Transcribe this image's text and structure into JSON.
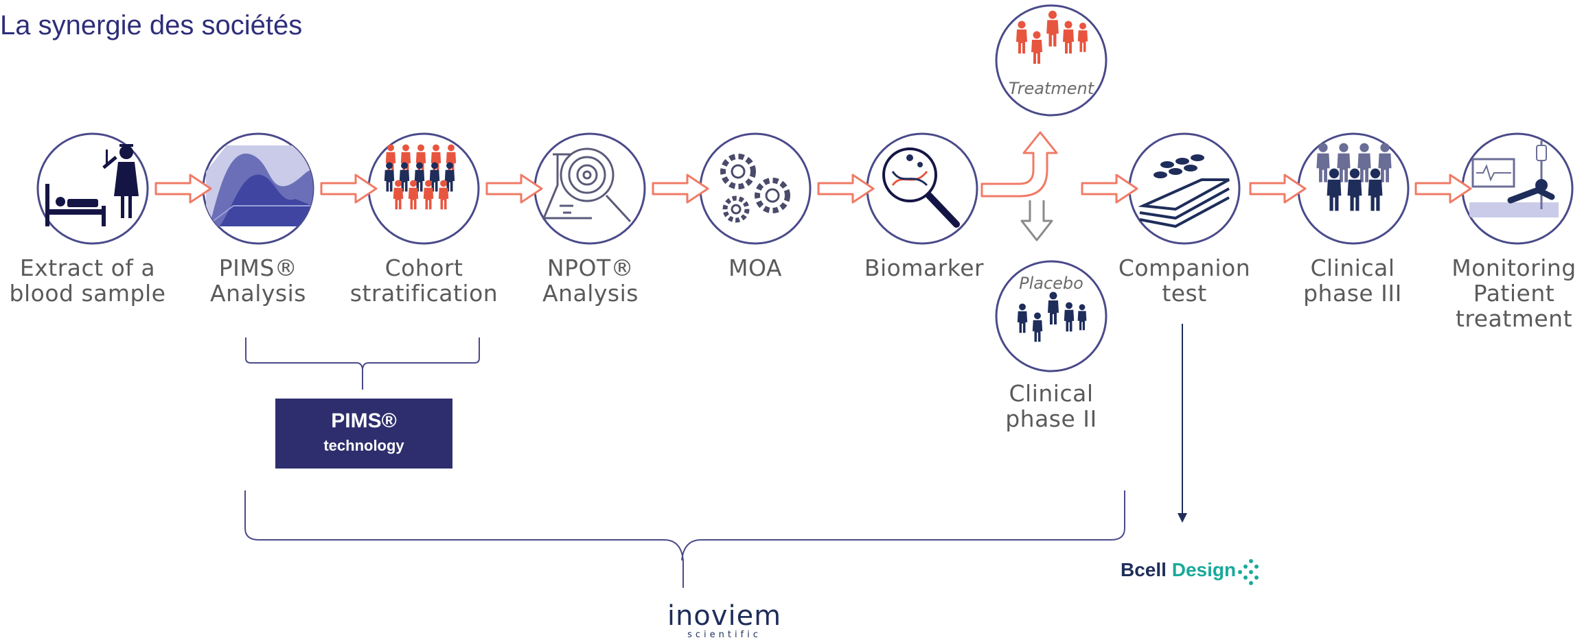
{
  "page": {
    "title": "La synergie des sociétés"
  },
  "steps": [
    {
      "id": "extract",
      "label": "Extract of a\nblood sample",
      "icon": "nurse-patient-bed-icon"
    },
    {
      "id": "pims",
      "label": "PIMS®\nAnalysis",
      "icon": "3d-surface-plot-icon"
    },
    {
      "id": "cohort",
      "label": "Cohort\nstratification",
      "icon": "people-group-icon"
    },
    {
      "id": "npot",
      "label": "NPOT®\nAnalysis",
      "icon": "flask-magnifier-icon"
    },
    {
      "id": "moa",
      "label": "MOA",
      "icon": "gears-icon"
    },
    {
      "id": "biomarker",
      "label": "Biomarker",
      "icon": "magnifier-dna-icon"
    },
    {
      "id": "companion",
      "label": "Companion\ntest",
      "icon": "test-plate-icon"
    },
    {
      "id": "phase3",
      "label": "Clinical\nphase III",
      "icon": "people-crowd-icon"
    },
    {
      "id": "monitoring",
      "label": "Monitoring\nPatient\ntreatment",
      "icon": "hospital-bed-drip-icon"
    }
  ],
  "branch": {
    "treatment_label": "Treatment",
    "placebo_label": "Placebo",
    "phase2_label": "Clinical\nphase II"
  },
  "pims_box": {
    "title": "PIMS®",
    "subtitle": "technology"
  },
  "logos": {
    "bcell_part1": "Bcell",
    "bcell_part2": "Design",
    "inoviem_name": "inoviem",
    "inoviem_sub": "scientific"
  },
  "colors": {
    "navy": "#2e2e6e",
    "title": "#2e2e7a",
    "arrow": "#f07a66",
    "circle": "#4a4a8a",
    "figure_red": "#e8553f",
    "bcell_teal": "#1aa99a"
  }
}
